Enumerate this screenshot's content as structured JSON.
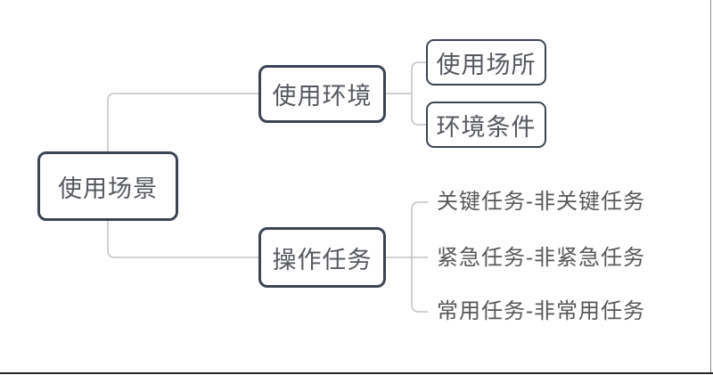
{
  "diagram": {
    "root": {
      "label": "使用场景"
    },
    "branches": [
      {
        "label": "使用环境",
        "children": [
          {
            "label": "使用场所"
          },
          {
            "label": "环境条件"
          }
        ]
      },
      {
        "label": "操作任务",
        "children": [
          {
            "label": "关键任务-非关键任务"
          },
          {
            "label": "紧急任务-非紧急任务"
          },
          {
            "label": "常用任务-非常用任务"
          }
        ]
      }
    ],
    "colors": {
      "background": "#ffffff",
      "node_border": "#3c4553",
      "node_text": "#55585e",
      "leaf_text": "#58585a",
      "connector": "#c4c4c4",
      "edge_dark": "#262626",
      "edge_gray": "#8c8c8c"
    }
  }
}
